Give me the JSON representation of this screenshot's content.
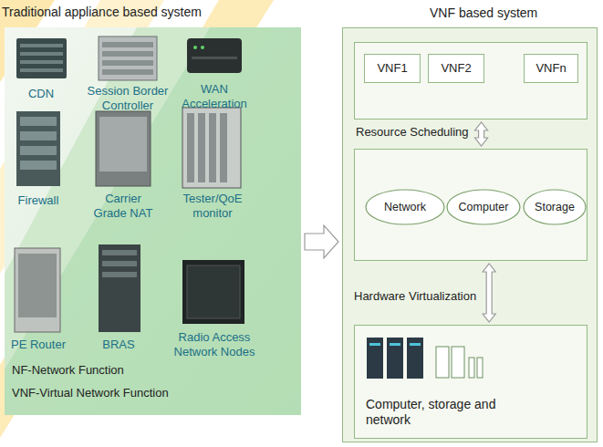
{
  "diagram": {
    "nodes": [
      {
        "text": [
          "Traditional appliance based system",
          "NF-Network Function",
          "VNF-Virtual Network Function"
        ]
      },
      {
        "text": [
          "VNF based system"
        ]
      },
      {
        "text": [],
        "in": 1
      },
      {
        "text": [
          "VNF1"
        ],
        "in": 2
      },
      {
        "text": [
          "VNF2"
        ],
        "in": 2
      },
      {
        "text": [
          "VNFn"
        ],
        "in": 2
      },
      {
        "text": [],
        "in": 1
      },
      {
        "text": [
          "Network"
        ],
        "in": 6
      },
      {
        "text": [
          "Computer"
        ],
        "in": 6
      },
      {
        "text": [
          "Storage"
        ],
        "in": 6
      },
      {
        "text": [
          "Computer, storage and network"
        ],
        "in": 1
      }
    ],
    "edges": [
      {
        "from": 0,
        "to": 1,
        "arrow": "to"
      },
      {
        "from": 2,
        "to": 6,
        "arrow": "both",
        "label": "Resource Scheduling"
      },
      {
        "from": 6,
        "to": 10,
        "arrow": "both",
        "label": "Hardware Virtualization"
      }
    ],
    "labels": [
      "CDN",
      "Session Border Controller",
      "WAN Acceleration",
      "Firewall",
      "Carrier Grade NAT",
      "Tester/QoE monitor",
      "PE Router",
      "BRAS",
      "Radio Access Network Nodes"
    ]
  }
}
